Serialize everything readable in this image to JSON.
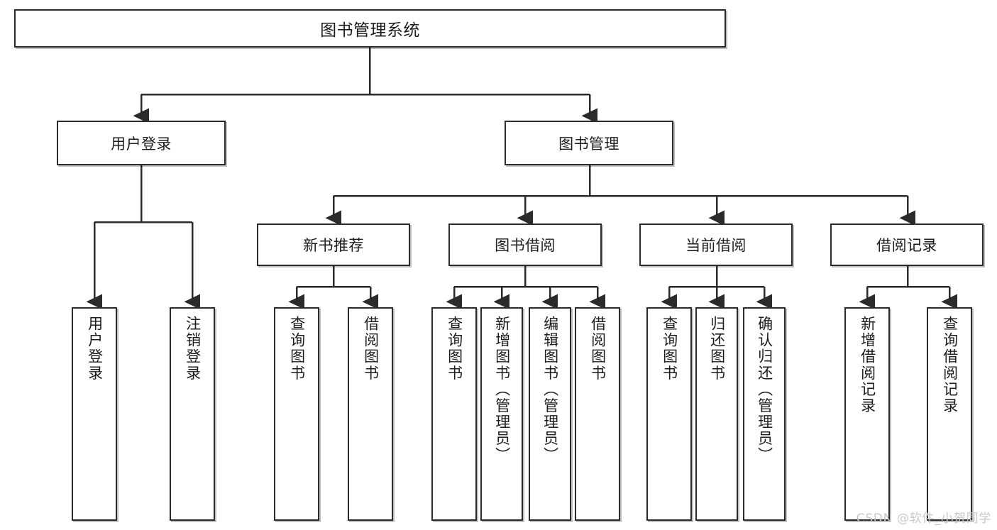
{
  "diagram": {
    "type": "tree",
    "title": "图书管理系统",
    "colors": {
      "box_border": "#2b2b2b",
      "box_fill": "#ffffff",
      "connector": "#2b2b2b",
      "text": "#1c1c1c",
      "watermark": "#c9c9c9",
      "background": "#ffffff"
    },
    "root": {
      "label": "图书管理系统"
    },
    "level1": [
      {
        "label": "用户登录"
      },
      {
        "label": "图书管理"
      }
    ],
    "level2": [
      {
        "label": "新书推荐"
      },
      {
        "label": "图书借阅"
      },
      {
        "label": "当前借阅"
      },
      {
        "label": "借阅记录"
      }
    ],
    "leaves": {
      "user_login": [
        {
          "label": "用户登录"
        },
        {
          "label": "注销登录"
        }
      ],
      "new_book_recommend": [
        {
          "label": "查询图书"
        },
        {
          "label": "借阅图书"
        }
      ],
      "book_borrow": [
        {
          "label": "查询图书"
        },
        {
          "label": "新增图书（管理员）"
        },
        {
          "label": "编辑图书（管理员）"
        },
        {
          "label": "借阅图书"
        }
      ],
      "current_borrow": [
        {
          "label": "查询图书"
        },
        {
          "label": "归还图书"
        },
        {
          "label": "确认归还（管理员）"
        }
      ],
      "borrow_record": [
        {
          "label": "新增借阅记录"
        },
        {
          "label": "查询借阅记录"
        }
      ]
    }
  },
  "watermark": {
    "text": "CSDN @软件_小贺同学"
  }
}
